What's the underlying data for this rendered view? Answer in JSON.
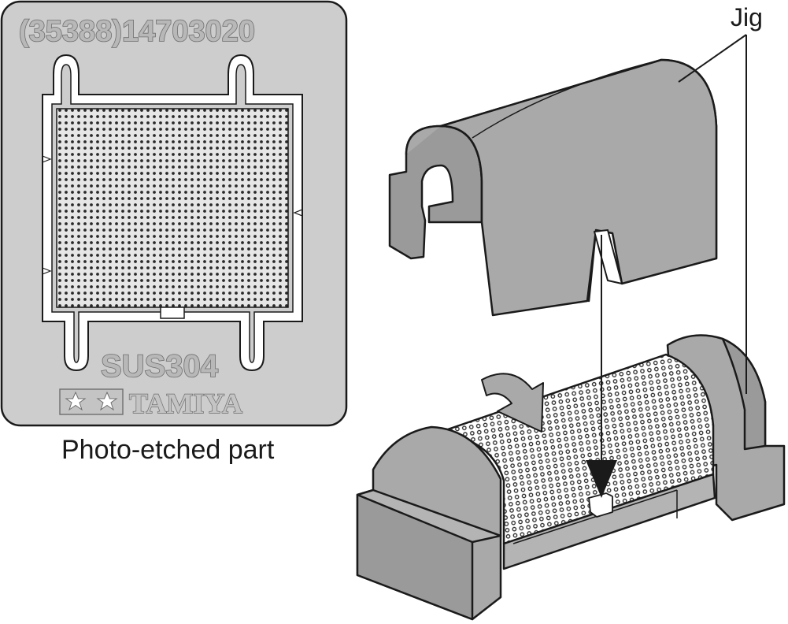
{
  "etched_plate": {
    "part_number": "(35388)14703020",
    "material": "SUS304",
    "brand": "TAMIYA"
  },
  "labels": {
    "photo_etched_part": "Photo-etched part",
    "jig": "Jig"
  },
  "colors": {
    "plate_fill": "#cdcdcd",
    "jig_fill": "#a9a9a9",
    "jig_side": "#9a9a9a",
    "outline": "#1a1a1a",
    "mesh_dot": "#2a2a2a"
  }
}
